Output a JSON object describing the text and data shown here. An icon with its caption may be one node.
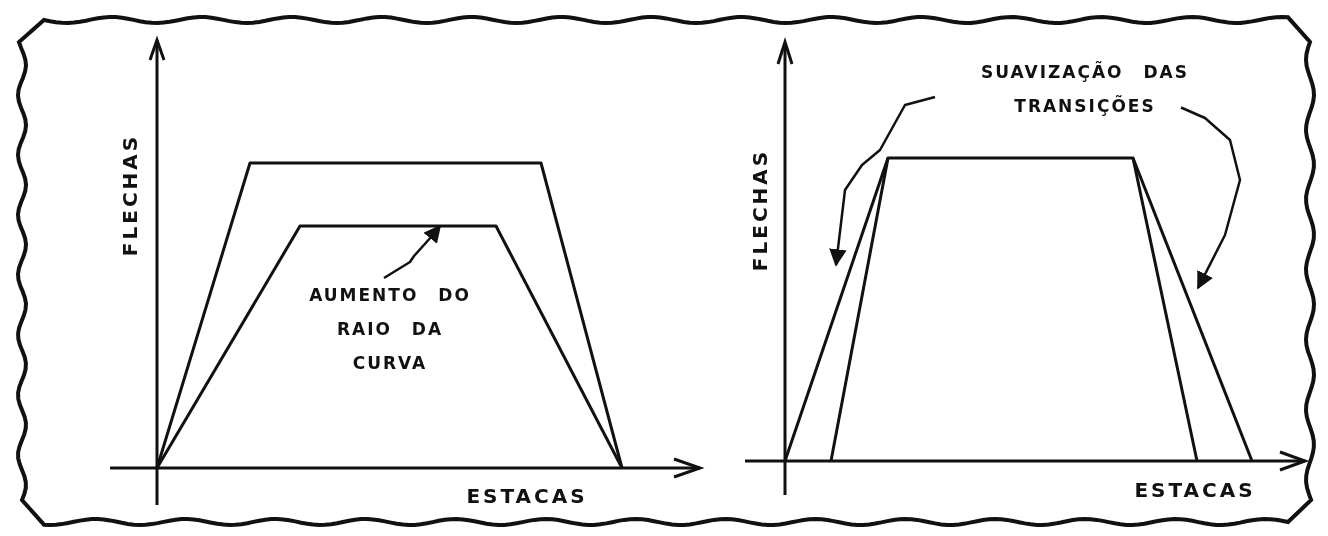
{
  "diagram": {
    "nodes": [
      {
        "text": [
          "AUMENTO DO RAIO DA CURVA"
        ]
      },
      {
        "text": [
          "SUAVIZAÇÃO DAS TRANSIÇÕES"
        ]
      }
    ],
    "edges": [
      {
        "from": 0,
        "to": null,
        "arrow": "to"
      },
      {
        "from": 1,
        "to": null,
        "arrow": "to"
      },
      {
        "from": 1,
        "to": null,
        "arrow": "to"
      }
    ],
    "labels": [
      "FLECHAS",
      "ESTACAS",
      "FLECHAS",
      "ESTACAS"
    ]
  }
}
